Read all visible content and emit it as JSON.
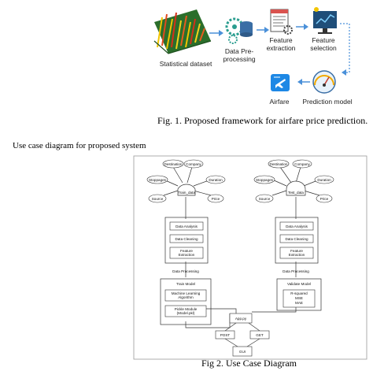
{
  "fig1": {
    "nodes": {
      "statistical_dataset": "Statistical dataset",
      "data_preprocessing_line1": "Data Pre-",
      "data_preprocessing_line2": "processing",
      "feature_extraction_line1": "Feature",
      "feature_extraction_line2": "extraction",
      "feature_selection_line1": "Feature",
      "feature_selection_line2": "selection",
      "airfare": "Airfare",
      "prediction_model": "Prediction model"
    },
    "caption": "Fig. 1. Proposed framework for airfare price prediction."
  },
  "section_heading": "Use case diagram for proposed system",
  "fig2": {
    "left_attrs": [
      "Destination",
      "Company",
      "Stoppages",
      "Duration",
      "Source",
      "Price"
    ],
    "right_attrs": [
      "Destination",
      "Company",
      "Stoppages",
      "Duration",
      "Source",
      "Price"
    ],
    "train_data": "Train_data",
    "test_data": "Test_data",
    "left_steps": [
      "Data Analysis",
      "Data Cleaning",
      "Feature Extraction"
    ],
    "right_steps": [
      "Data Analysis",
      "Data Cleaning",
      "Feature Extraction"
    ],
    "data_processing": "Data Processing",
    "train_model": "Train Model",
    "ml_algorithm": "Machine Learning Algorithm",
    "pickle_module": "Pickle Module (Model.pkl)",
    "validate_model": "Validate Model",
    "metrics": [
      "R-squared",
      "MSE",
      "MAE"
    ],
    "app": "App.py",
    "post": "POST",
    "get": "GET",
    "gui": "GUI",
    "caption": "Fig 2. Use Case Diagram"
  }
}
